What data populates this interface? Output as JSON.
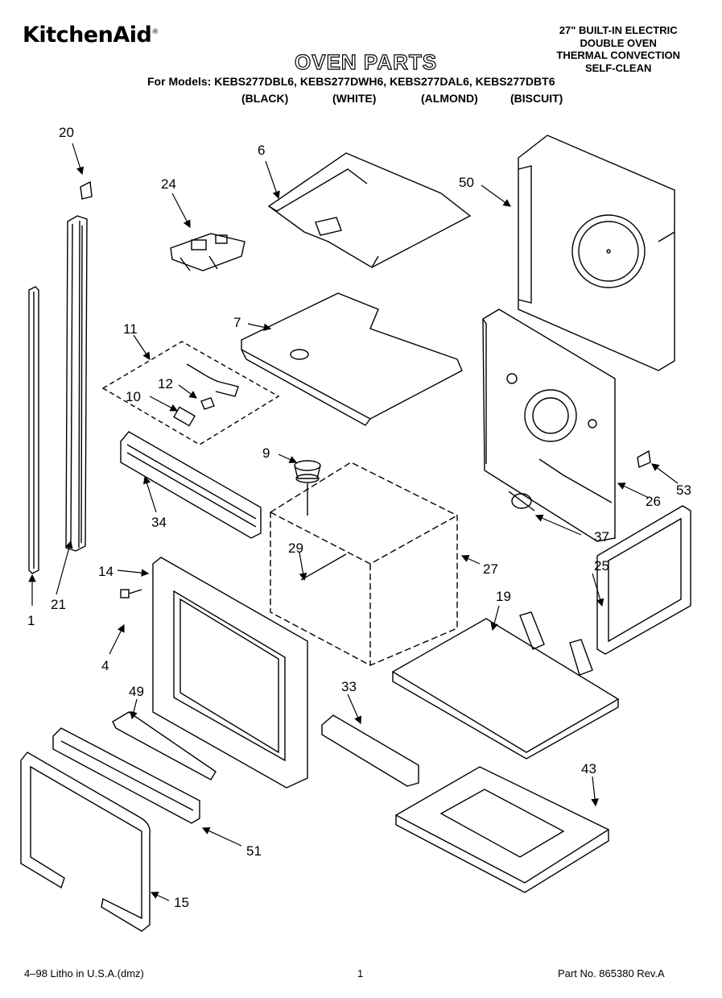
{
  "header": {
    "brand": "KitchenAid",
    "brand_mark": "®",
    "title": "OVEN PARTS",
    "product_lines": [
      "27\" BUILT-IN ELECTRIC",
      "DOUBLE OVEN",
      "THERMAL CONVECTION",
      "SELF-CLEAN"
    ],
    "models_label": "For Models: KEBS277DBL6, KEBS277DWH6, KEBS277DAL6, KEBS277DBT6",
    "colors": [
      "(BLACK)",
      "(WHITE)",
      "(ALMOND)",
      "(BISCUIT)"
    ]
  },
  "part_labels": [
    "20",
    "24",
    "6",
    "50",
    "7",
    "11",
    "12",
    "10",
    "9",
    "34",
    "53",
    "26",
    "37",
    "29",
    "27",
    "14",
    "25",
    "19",
    "4",
    "21",
    "1",
    "49",
    "33",
    "43",
    "51",
    "15"
  ],
  "footer": {
    "left": "4–98 Litho in U.S.A.(dmz)",
    "center": "1",
    "right": "Part No. 865380 Rev.A"
  }
}
